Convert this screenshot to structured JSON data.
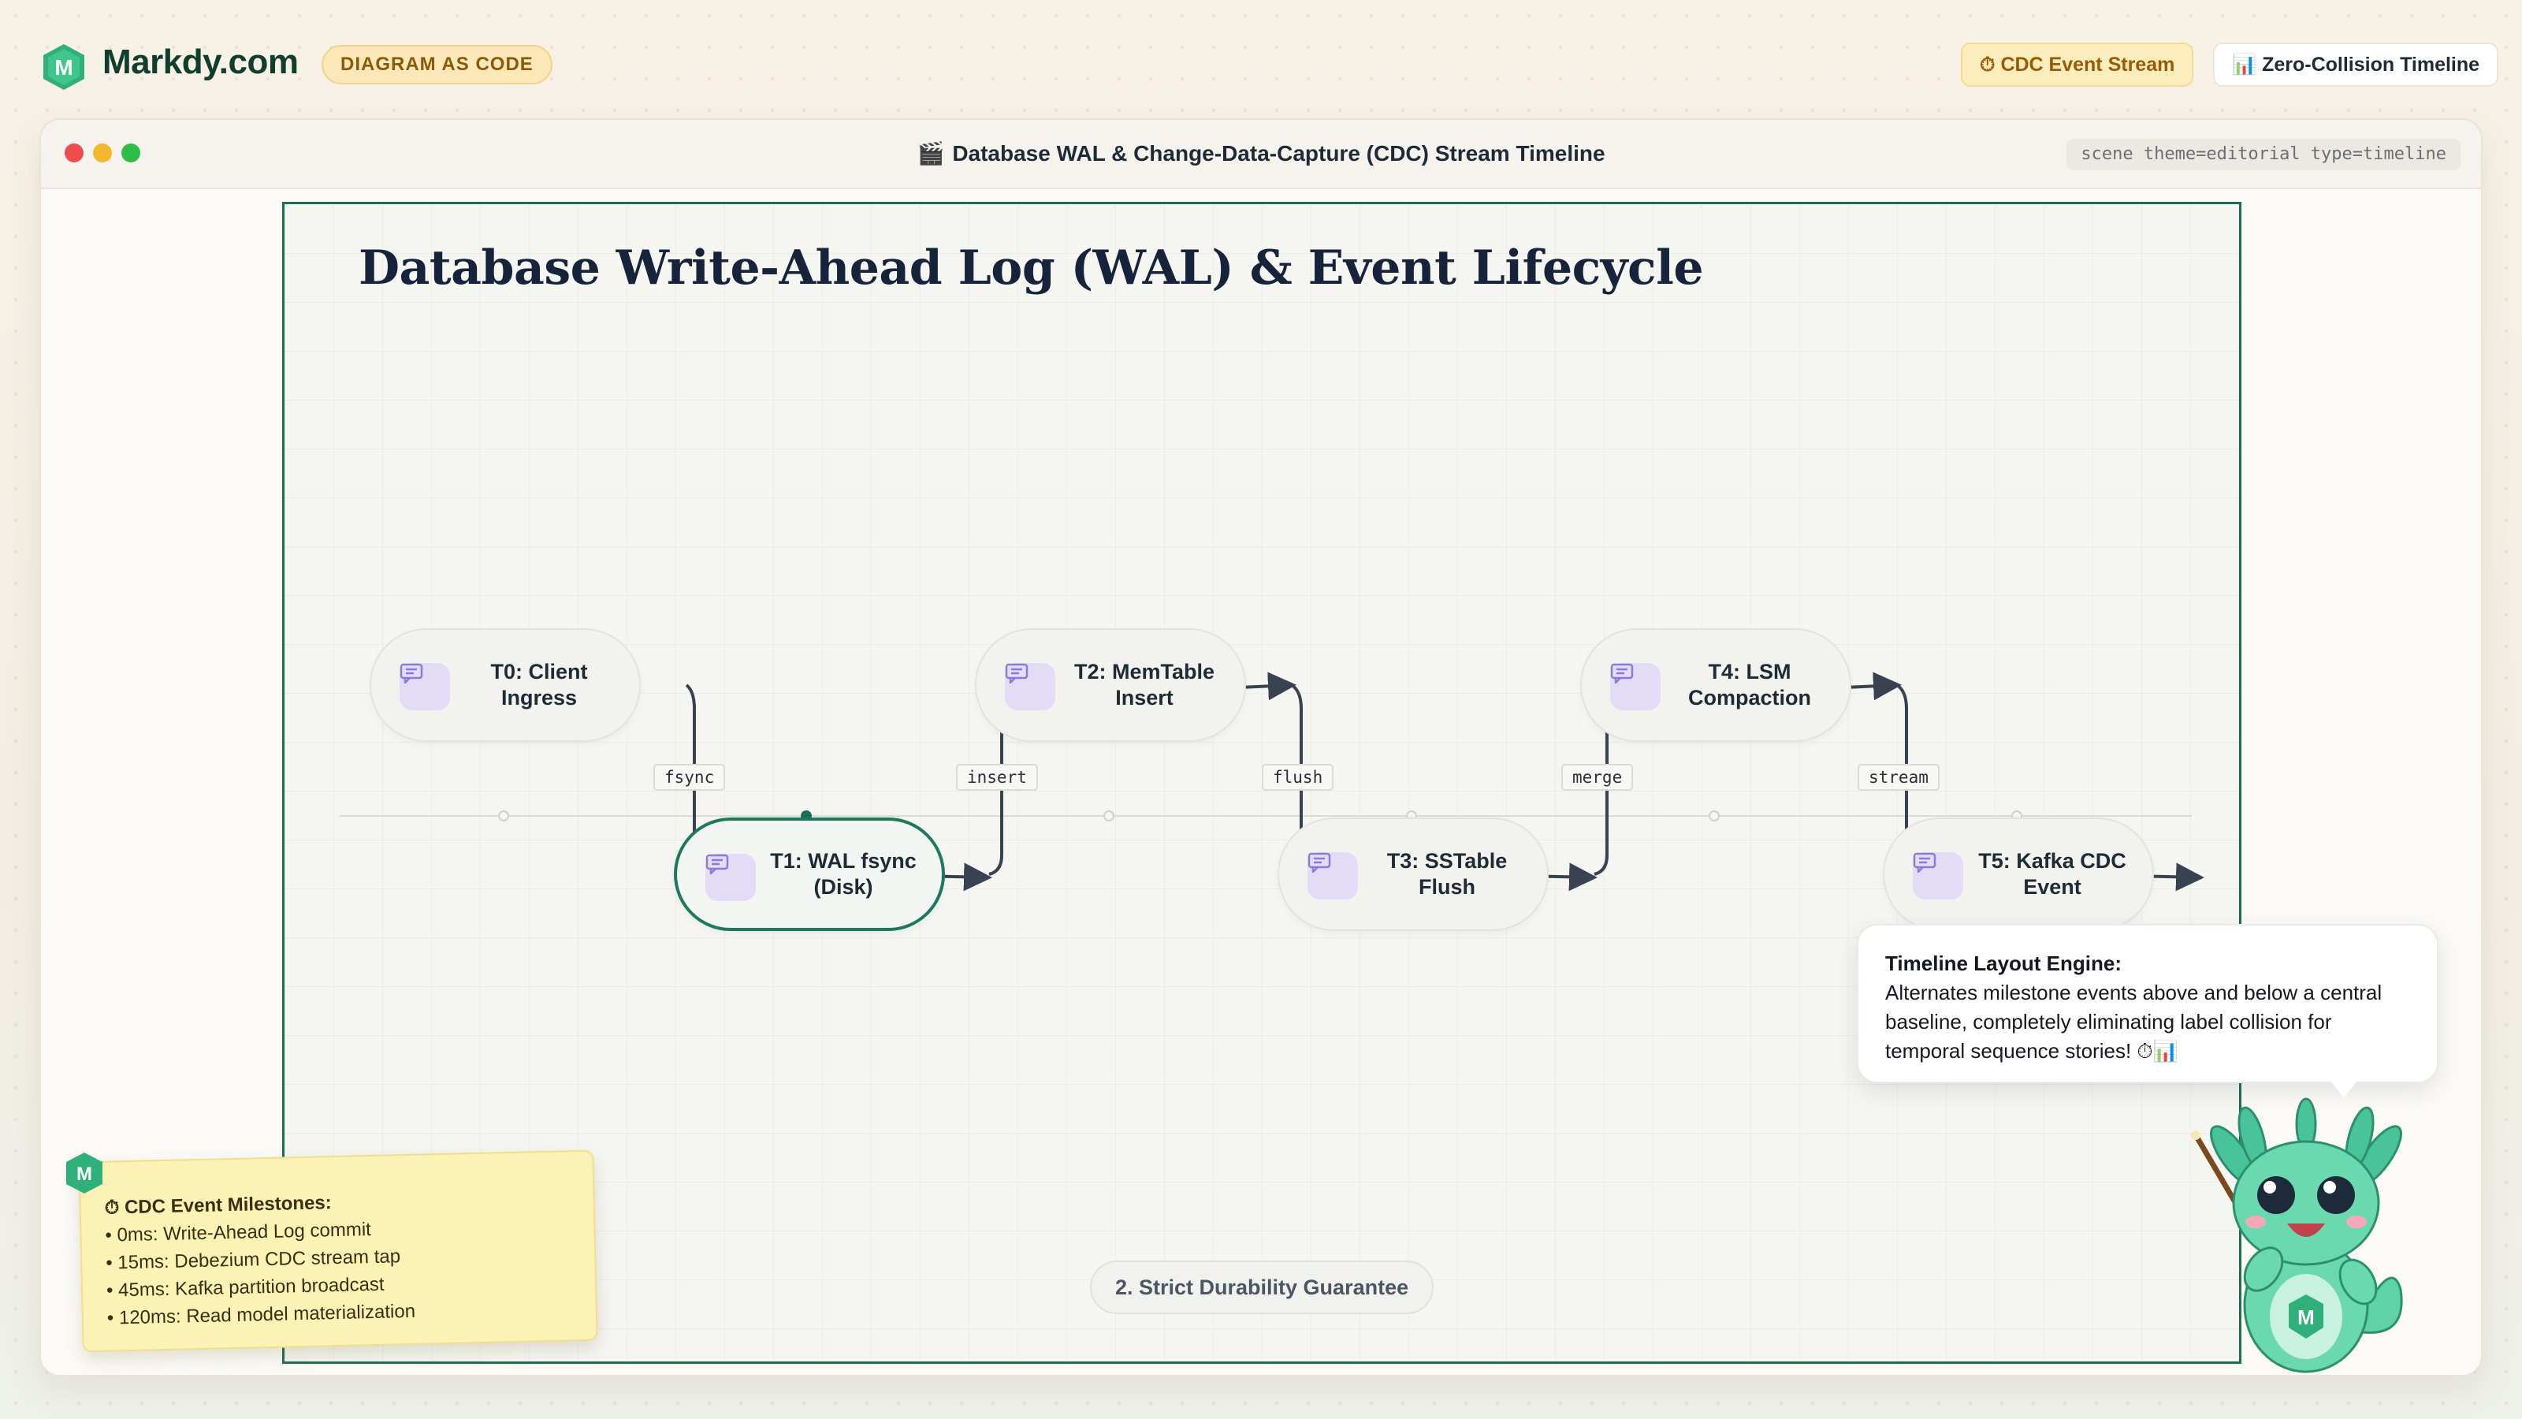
{
  "brand": {
    "name": "Markdy.com",
    "badge": "DIAGRAM AS CODE",
    "logo_letter": "M"
  },
  "header_buttons": {
    "cdc_stream": {
      "icon": "stopwatch-icon",
      "label": "⏱ CDC Event Stream"
    },
    "zero_collision": {
      "icon": "bar-chart-icon",
      "label": "📊 Zero-Collision Timeline"
    }
  },
  "window": {
    "title": "Database WAL & Change-Data-Capture (CDC) Stream Timeline",
    "title_icon": "🎬",
    "scene_tag": "scene theme=editorial type=timeline"
  },
  "diagram": {
    "title": "Database Write-Ahead Log (WAL) & Event Lifecycle",
    "nodes": [
      {
        "id": "t0",
        "label": "T0: Client Ingress",
        "active": false,
        "icon": "message-icon"
      },
      {
        "id": "t1",
        "label": "T1: WAL fsync (Disk)",
        "active": true,
        "icon": "message-icon"
      },
      {
        "id": "t2",
        "label": "T2: MemTable Insert",
        "active": false,
        "icon": "message-icon"
      },
      {
        "id": "t3",
        "label": "T3: SSTable Flush",
        "active": false,
        "icon": "message-icon"
      },
      {
        "id": "t4",
        "label": "T4: LSM Compaction",
        "active": false,
        "icon": "message-icon"
      },
      {
        "id": "t5",
        "label": "T5: Kafka CDC Event",
        "active": false,
        "icon": "message-icon"
      }
    ],
    "edges": [
      {
        "from": "t0",
        "to": "t1",
        "label": "fsync"
      },
      {
        "from": "t1",
        "to": "t2",
        "label": "insert"
      },
      {
        "from": "t2",
        "to": "t3",
        "label": "flush"
      },
      {
        "from": "t3",
        "to": "t4",
        "label": "merge"
      },
      {
        "from": "t4",
        "to": "t5",
        "label": "stream"
      }
    ],
    "caption": "2. Strict Durability Guarantee",
    "colors": {
      "accent": "#1b6e57",
      "edge": "#3a4150",
      "icon_bg": "#e4dcf6"
    }
  },
  "sticky_note": {
    "title": "⏱ CDC Event Milestones:",
    "items": [
      "• 0ms: Write-Ahead Log commit",
      "• 15ms: Debezium CDC stream tap",
      "• 45ms: Kafka partition broadcast",
      "• 120ms: Read model materialization"
    ]
  },
  "bubble": {
    "title": "Timeline Layout Engine:",
    "body": "Alternates milestone events above and below a central baseline, completely eliminating label collision for temporal sequence stories! ⏱📊"
  }
}
